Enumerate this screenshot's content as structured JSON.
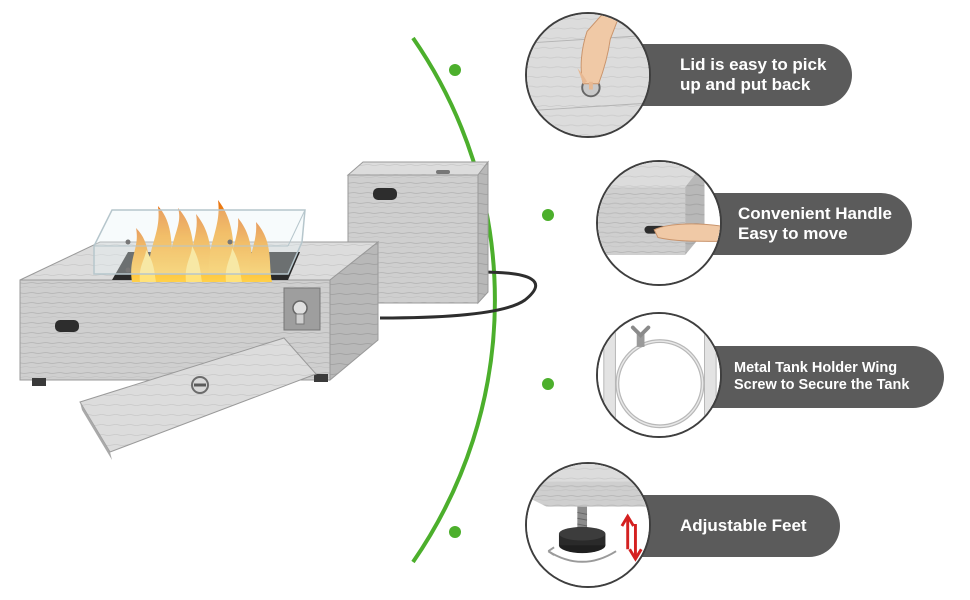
{
  "colors": {
    "arc": "#4caf2c",
    "pill": "#5b5b5b",
    "pill_text": "#ffffff",
    "wood_light": "#d6d6d6",
    "wood_mid": "#bdbdbd",
    "wood_dark": "#a3a3a3",
    "flame_outer": "#f28c1a",
    "flame_inner": "#ffd04a",
    "hose": "#2e2e2e",
    "arrow_red": "#d42020"
  },
  "features": [
    {
      "line1": "Lid is easy to pick",
      "line2": "up and put back",
      "icon": "lid-handle-closeup"
    },
    {
      "line1": "Convenient Handle",
      "line2": "Easy to move",
      "icon": "side-handle-closeup"
    },
    {
      "line1": "Metal Tank Holder Wing",
      "line2": "Screw to Secure the Tank",
      "icon": "tank-holder-closeup"
    },
    {
      "line1": "Adjustable Feet",
      "line2": "",
      "icon": "adjustable-foot-closeup"
    }
  ]
}
